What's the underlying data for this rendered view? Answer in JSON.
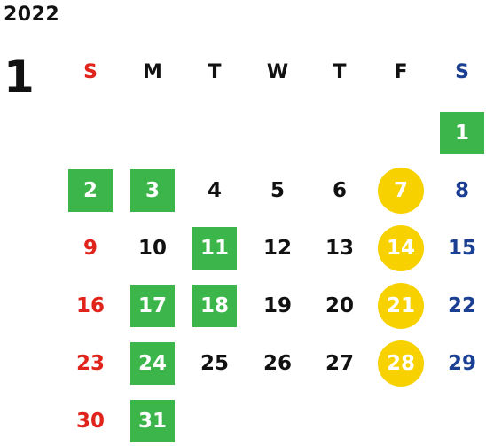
{
  "year": "2022",
  "month": "1",
  "weekdays": [
    "S",
    "M",
    "T",
    "W",
    "T",
    "F",
    "S"
  ],
  "colors": {
    "sunday": "#e0241b",
    "saturday": "#1a3f93",
    "weekday": "#111111",
    "holiday_bg": "#3cb54a",
    "friday_circle": "#f7d100"
  },
  "weeks": [
    [
      null,
      null,
      null,
      null,
      null,
      null,
      {
        "d": "1",
        "mark": "holiday"
      }
    ],
    [
      null,
      {
        "d": "2",
        "mark": "holiday"
      },
      {
        "d": "3",
        "mark": "holiday"
      },
      {
        "d": "4"
      },
      {
        "d": "5"
      },
      {
        "d": "6"
      },
      {
        "d": "7",
        "mark": "circle"
      },
      {
        "d": "8"
      }
    ],
    [
      {
        "d": "9"
      },
      {
        "d": "10"
      },
      {
        "d": "11",
        "mark": "holiday"
      },
      {
        "d": "12"
      },
      {
        "d": "13"
      },
      {
        "d": "14",
        "mark": "circle"
      },
      {
        "d": "15"
      }
    ],
    [
      {
        "d": "16"
      },
      {
        "d": "17",
        "mark": "holiday"
      },
      {
        "d": "18",
        "mark": "holiday"
      },
      {
        "d": "19"
      },
      {
        "d": "20"
      },
      {
        "d": "21",
        "mark": "circle"
      },
      {
        "d": "22"
      }
    ],
    [
      {
        "d": "23"
      },
      {
        "d": "24",
        "mark": "holiday"
      },
      {
        "d": "25"
      },
      {
        "d": "26"
      },
      {
        "d": "27"
      },
      {
        "d": "28",
        "mark": "circle"
      },
      {
        "d": "29"
      }
    ],
    [
      {
        "d": "30"
      },
      {
        "d": "31",
        "mark": "holiday"
      },
      null,
      null,
      null,
      null,
      null
    ]
  ]
}
